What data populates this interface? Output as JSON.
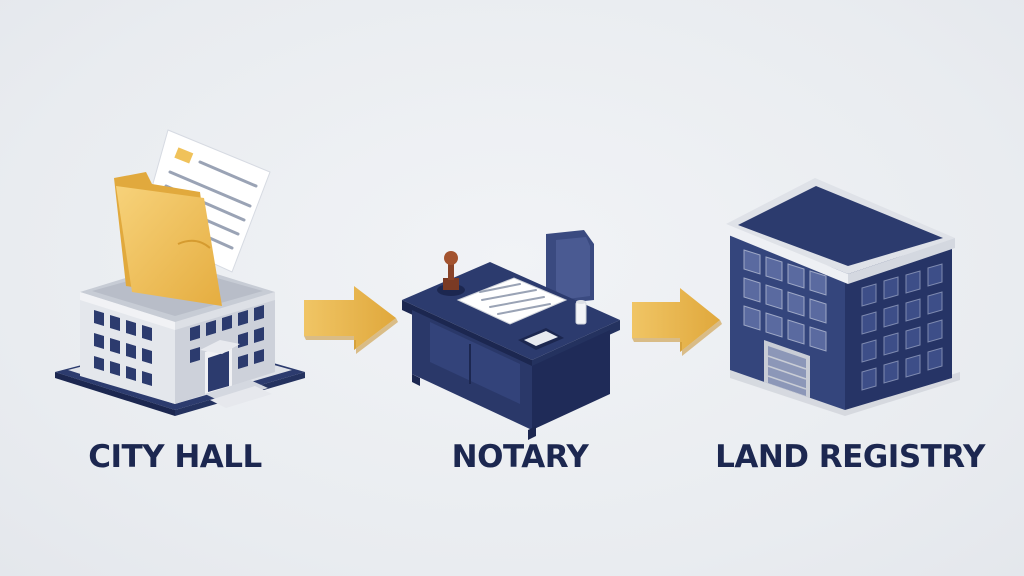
{
  "steps": [
    {
      "label": "CITY HALL",
      "icon": "city-hall-building-icon"
    },
    {
      "label": "NOTARY",
      "icon": "notary-desk-icon"
    },
    {
      "label": "LAND REGISTRY",
      "icon": "land-registry-building-icon"
    }
  ],
  "connectors": [
    {
      "icon": "arrow-right-icon",
      "from": "CITY HALL",
      "to": "NOTARY"
    },
    {
      "icon": "arrow-right-icon",
      "from": "NOTARY",
      "to": "LAND REGISTRY"
    }
  ],
  "colors": {
    "navy": "#2c3b6e",
    "navy_dark": "#1c2750",
    "silver": "#d7dbe3",
    "arrow": "#e8b44d",
    "folder": "#f0c25a",
    "background": "#eceef2"
  }
}
